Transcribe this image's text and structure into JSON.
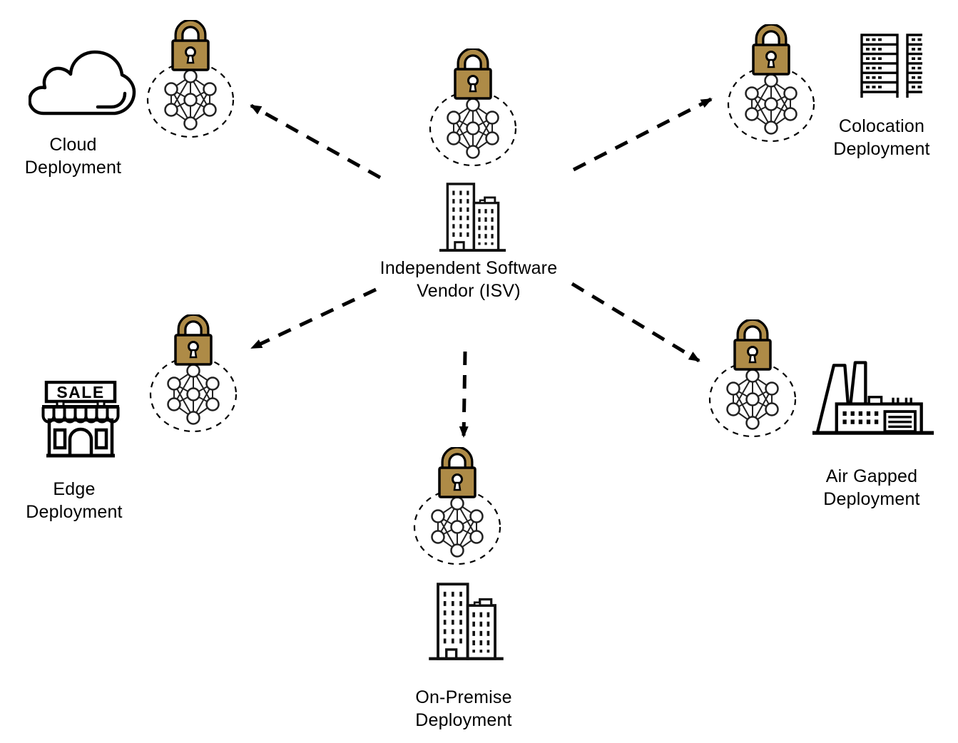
{
  "nodes": {
    "isv": {
      "line1": "Independent Software",
      "line2": "Vendor (ISV)"
    },
    "cloud": {
      "line1": "Cloud",
      "line2": "Deployment"
    },
    "colocation": {
      "line1": "Colocation",
      "line2": "Deployment"
    },
    "edge": {
      "line1": "Edge",
      "line2": "Deployment",
      "sign_text": "SALE"
    },
    "air_gapped": {
      "line1": "Air Gapped",
      "line2": "Deployment"
    },
    "on_premise": {
      "line1": "On-Premise",
      "line2": "Deployment"
    }
  },
  "connections": [
    {
      "from": "isv",
      "to": "cloud"
    },
    {
      "from": "isv",
      "to": "colocation"
    },
    {
      "from": "isv",
      "to": "edge"
    },
    {
      "from": "isv",
      "to": "air_gapped"
    },
    {
      "from": "isv",
      "to": "on_premise"
    }
  ],
  "colors": {
    "padlock_gold": "#AE8B47",
    "outline_black": "#000000",
    "background": "#FFFFFF"
  }
}
